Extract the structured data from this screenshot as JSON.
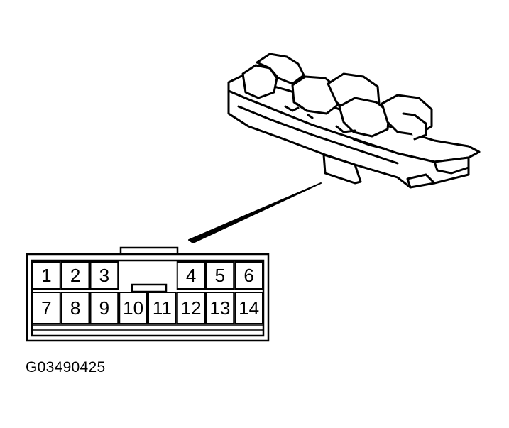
{
  "figure_id": "G03490425",
  "connector": {
    "top_row_pins": [
      "1",
      "2",
      "3",
      "4",
      "5",
      "6"
    ],
    "bottom_row_pins": [
      "7",
      "8",
      "9",
      "10",
      "11",
      "12",
      "13",
      "14"
    ]
  },
  "colors": {
    "line": "#000000",
    "background": "#ffffff"
  }
}
